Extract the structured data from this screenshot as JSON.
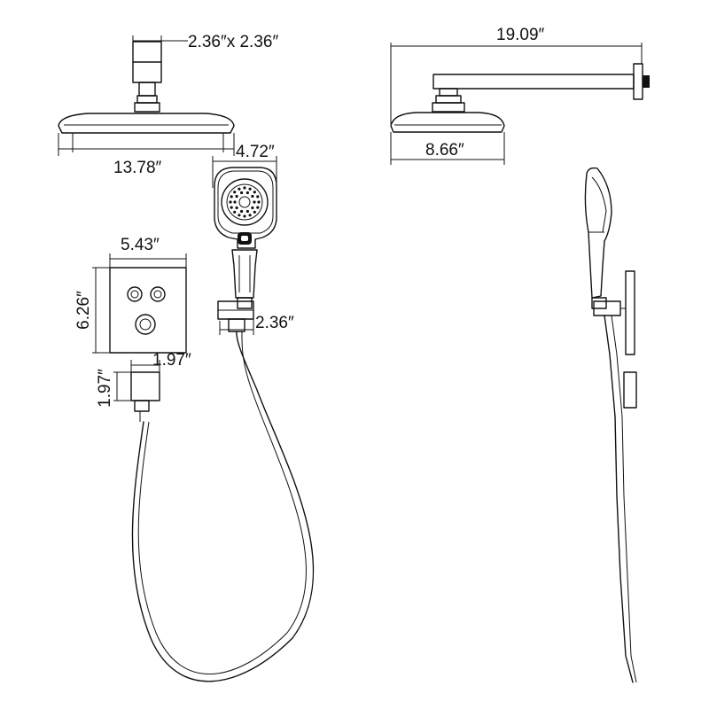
{
  "dimensions": {
    "shower_arm_flange": "2.36″x 2.36″",
    "arm_length": "19.09″",
    "rain_head_large": "13.78″",
    "rain_head_side": "8.66″",
    "handheld_head_width": "4.72″",
    "valve_plate_width": "5.43″",
    "valve_plate_height": "6.26″",
    "holder_depth": "2.36″",
    "elbow_width": "1.97″",
    "elbow_height": "1.97″"
  },
  "colors": {
    "line": "#111111",
    "background": "#ffffff"
  }
}
